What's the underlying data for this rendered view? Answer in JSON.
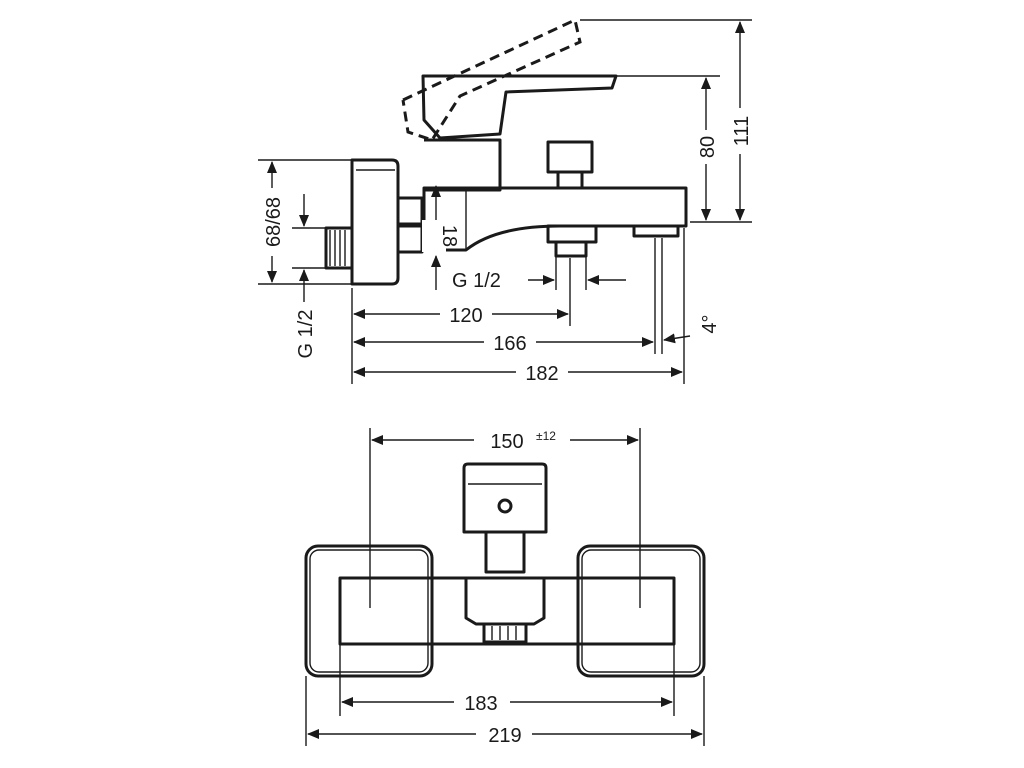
{
  "side_view": {
    "dims": {
      "overall_height": "111",
      "spout_height": "80",
      "inlet_height": "68/68",
      "wall_offset": "18",
      "outlet_thread": "G 1/2",
      "inlet_thread": "G 1/2",
      "to_outlet": "120",
      "to_spout_tip": "166",
      "total_projection": "182",
      "spout_angle": "4°"
    }
  },
  "front_view": {
    "dims": {
      "center_distance": "150",
      "center_distance_tol": "±12",
      "body_width": "183",
      "total_width": "219"
    }
  }
}
